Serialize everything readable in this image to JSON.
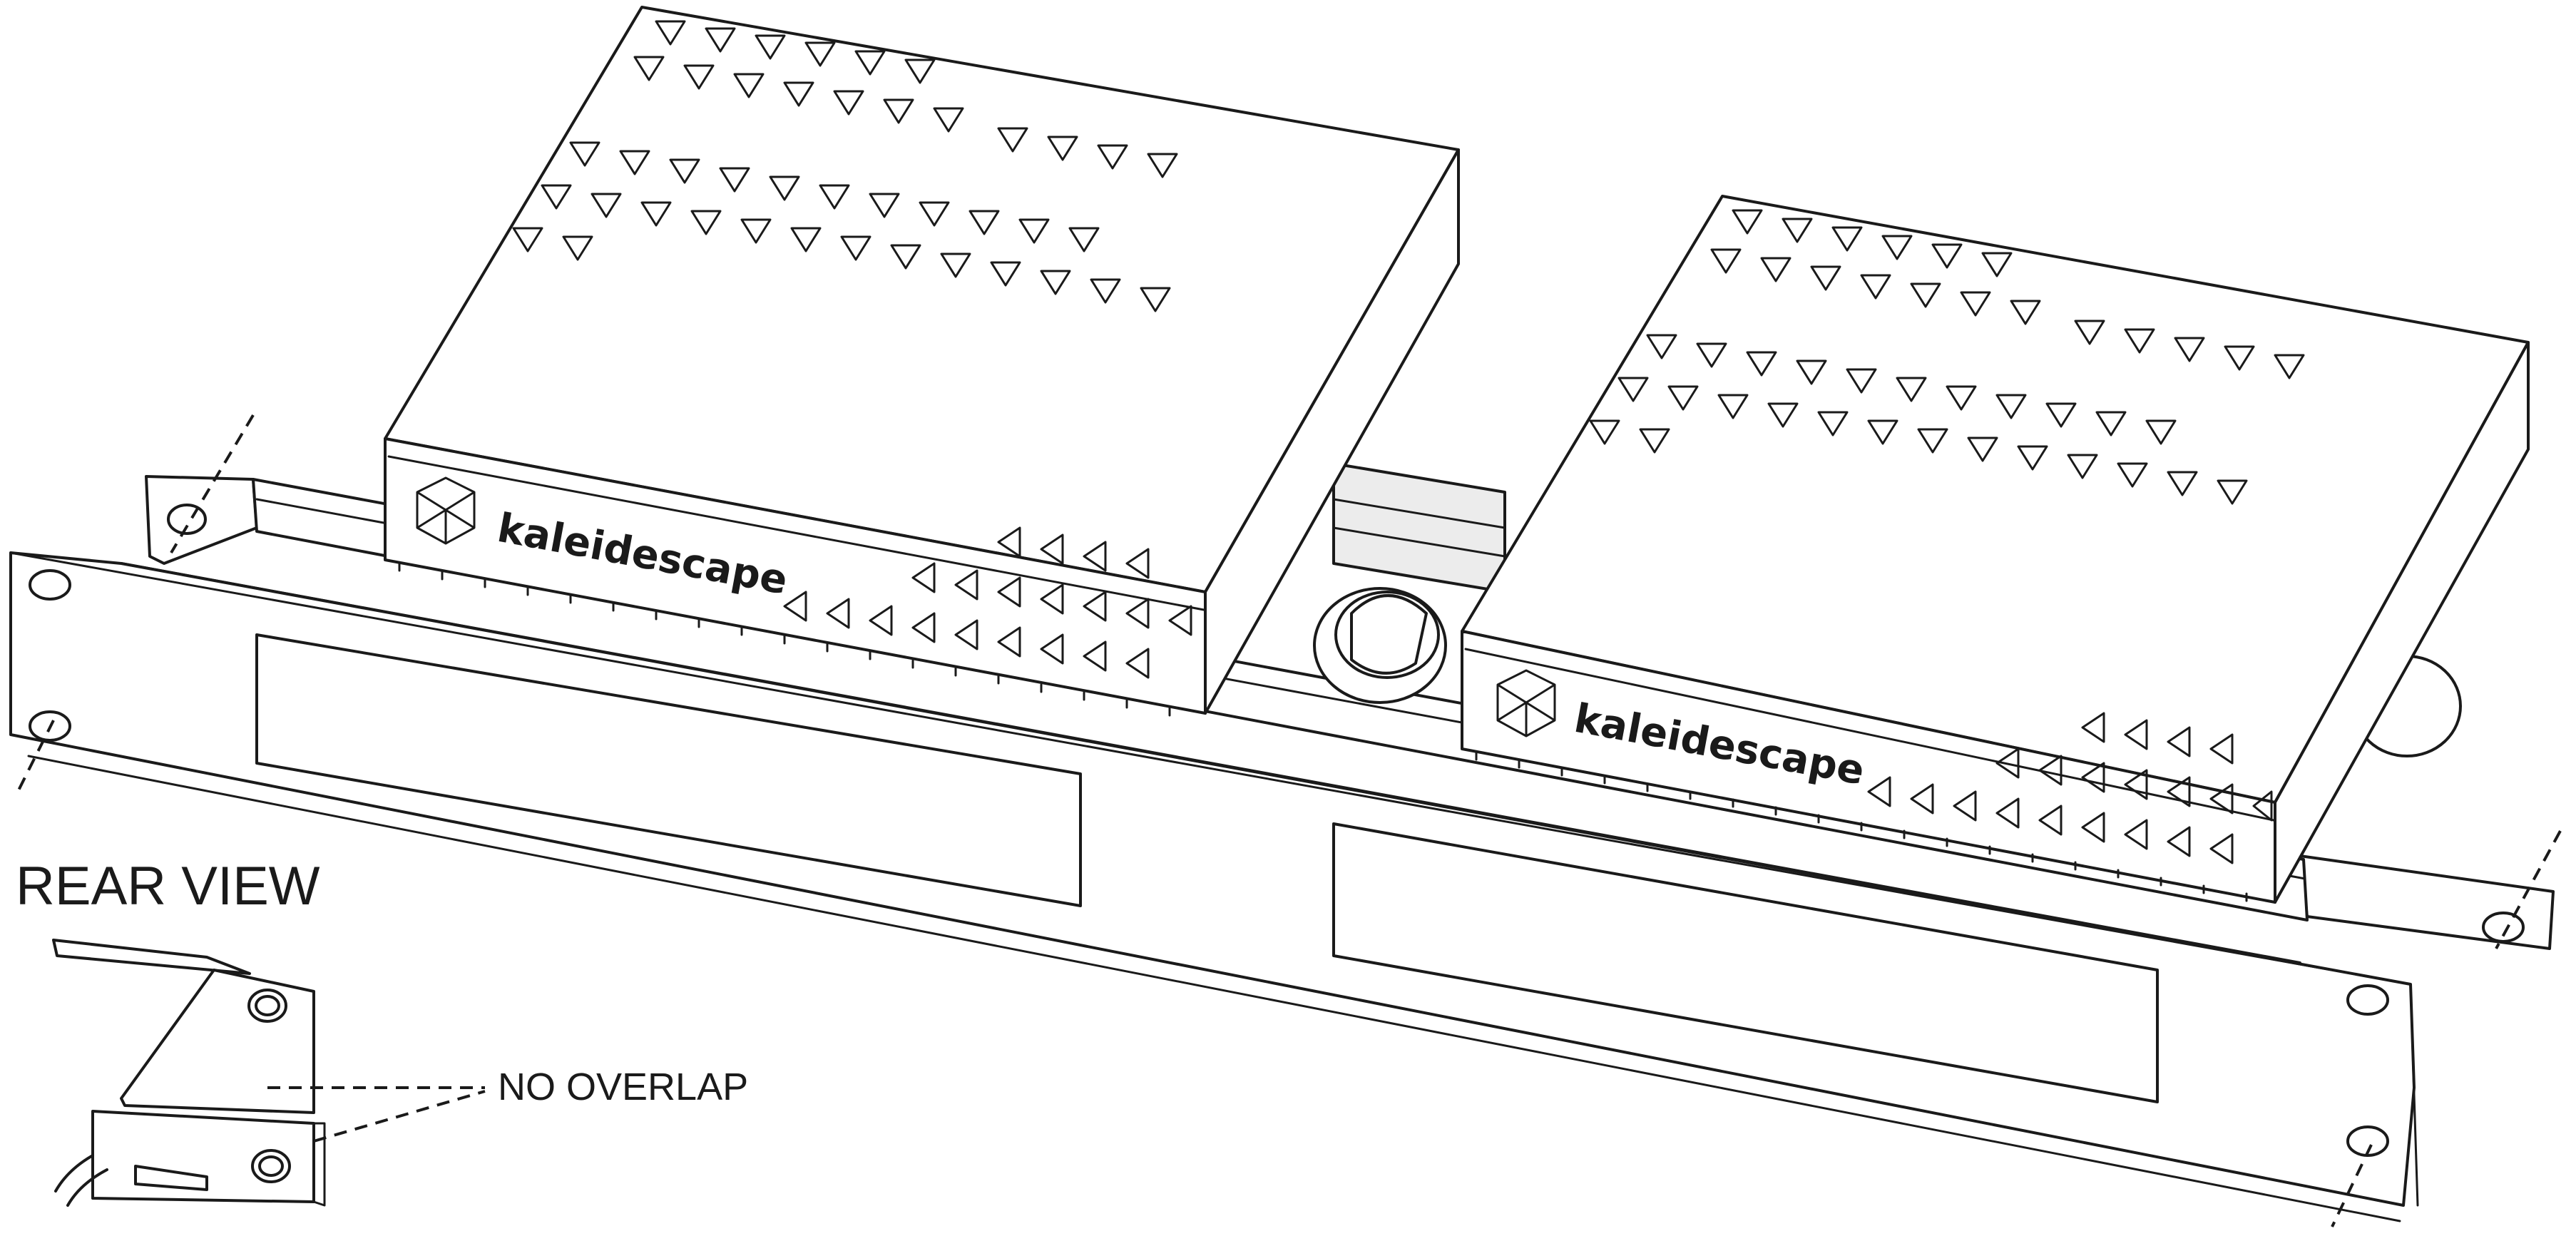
{
  "callouts": {
    "rear_view": "REAR VIEW",
    "no_overlap": "NO OVERLAP"
  },
  "units": {
    "left_brand": "kaleidescape",
    "right_brand": "kaleidescape"
  },
  "icons": {
    "brand_logo": "kaleidescape-logo-icon",
    "mount_hole": "oval-mount-hole-icon"
  },
  "colors": {
    "ink": "#1a1a1a",
    "paper": "#ffffff"
  }
}
